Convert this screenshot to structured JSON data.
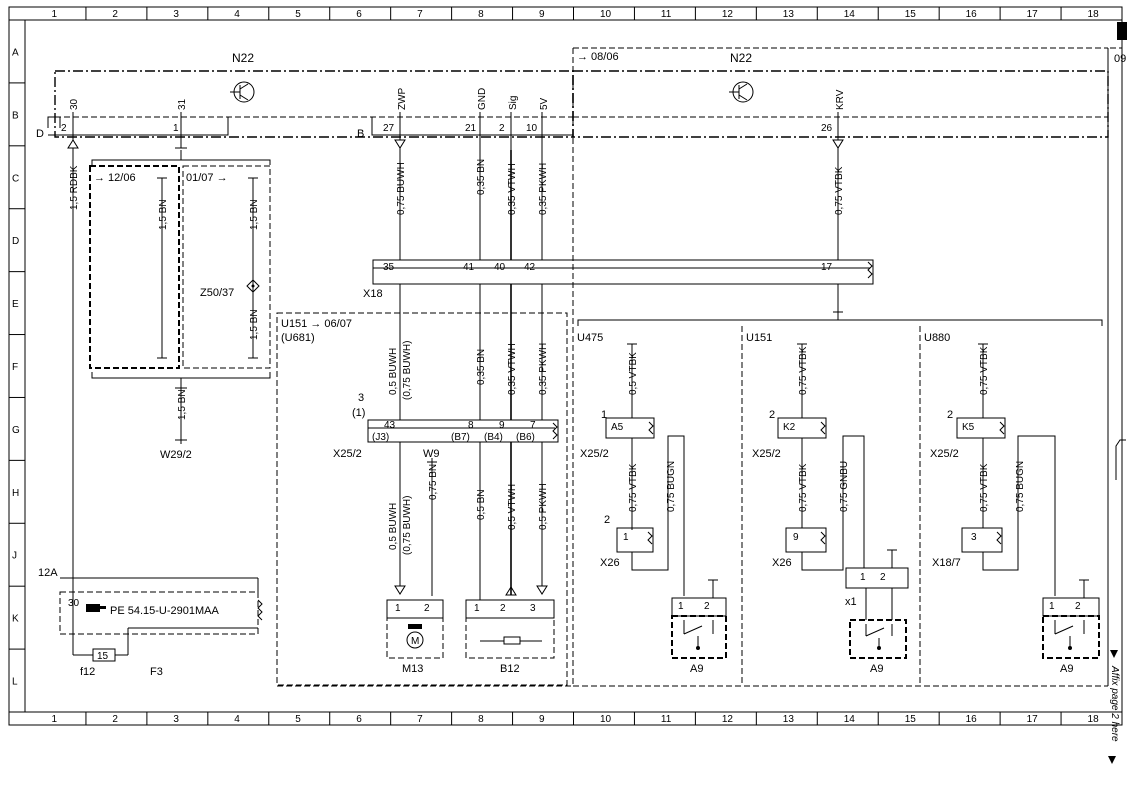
{
  "columns": [
    "1",
    "2",
    "3",
    "4",
    "5",
    "6",
    "7",
    "8",
    "9",
    "10",
    "11",
    "12",
    "13",
    "14",
    "15",
    "16",
    "17",
    "18"
  ],
  "rows": [
    "A",
    "B",
    "C",
    "D",
    "E",
    "F",
    "G",
    "H",
    "J",
    "K",
    "L"
  ],
  "modules": {
    "left_n22": "N22",
    "right_n22": "N22",
    "ref_0806": "→ 08/06",
    "ref_09": "09"
  },
  "n22_pins_left": [
    {
      "pin": "2",
      "name": "30"
    },
    {
      "pin": "1",
      "name": "31"
    }
  ],
  "n22_pins_b": [
    {
      "pin": "27",
      "name": "ZWP"
    },
    {
      "pin": "21",
      "name": "GND"
    },
    {
      "pin": "2",
      "name": "Sig"
    },
    {
      "pin": "10",
      "name": "5V"
    },
    {
      "pin": "26",
      "name": "KRV"
    }
  ],
  "connector_letters": {
    "d": "D",
    "b": "B"
  },
  "wires": {
    "rdbk": "1,5 RDBK",
    "bn15_a": "1,5 BN",
    "bn15_b": "1,5 BN",
    "bn15_c": "1,5 BN",
    "bn15_d": "1,5 BN",
    "buwh075": "0,75 BUWH",
    "bn035": "0,35 BN",
    "vtwh035": "0,35 VTWH",
    "pkwh035": "0,35 PKWH",
    "vtbk075": "0,75 VTBK",
    "buwh05": "0,5 BUWH",
    "buwh075p": "(0,75 BUWH)",
    "bn035b": "0,35 BN",
    "vtwh035b": "0,35 VTWH",
    "pkwh035b": "0,35 PKWH",
    "buwh05b": "0,5 BUWH",
    "buwh075pb": "(0,75 BUWH)",
    "bn075": "0,75 BN",
    "bn05": "0,5 BN",
    "vtwh05": "0,5 VTWH",
    "pkwh05": "0,5 PKWH",
    "vtbk_u475_a": "0,5 VTBK",
    "vtbk_u475_b": "0,75 VTBK",
    "bugn_u475": "0,75 BUGN",
    "vtbk_u151_a": "0,75 VTBK",
    "vtbk_u151_b": "0,75 VTBK",
    "gnbu_u151": "0,75 GNBU",
    "vtbk_u880_a": "0,75 VTBK",
    "vtbk_u880_b": "0,75 VTBK",
    "bugn_u880": "0,75 BUGN"
  },
  "date_refs": {
    "a": "→ 12/06",
    "b": "01/07 →"
  },
  "components": {
    "z5037": "Z50/37",
    "x18": "X18",
    "w292": "W29/2",
    "u151_head": "U151 → 06/07",
    "u681": "(U681)",
    "three": "3",
    "one_p": "(1)",
    "x252_a": "X25/2",
    "w9": "W9",
    "x252_b": "X25/2",
    "x252_c": "X25/2",
    "x252_d": "X25/2",
    "u475": "U475",
    "u151": "U151",
    "u880": "U880",
    "x26_a": "X26",
    "x26_b": "X26",
    "x187": "X18/7",
    "x1": "x1",
    "m13": "M13",
    "b12": "B12",
    "a9_a": "A9",
    "a9_b": "A9",
    "a9_c": "A9",
    "f3": "F3",
    "f12": "f12",
    "fuse_val": "15",
    "term_12a": "12A",
    "pe_ref": "PE 54.15-U-2901MAA",
    "pe_pin": "30"
  },
  "x18_pins": {
    "p35": "35",
    "p41": "41",
    "p40": "40",
    "p42": "42",
    "p17": "17"
  },
  "x252_pins": {
    "p43": "43",
    "j3": "(J3)",
    "p8": "8",
    "b7": "(B7)",
    "b4": "(B4)",
    "p9": "9",
    "p7": "7",
    "b6": "(B6)",
    "a5": "A5",
    "one": "1",
    "k2": "K2",
    "two": "2",
    "k5": "K5",
    "two_b": "2"
  },
  "misc_pins": {
    "x26_1": "1",
    "x26_2": "2",
    "x26_9": "9",
    "x187_3": "3",
    "m13_1": "1",
    "m13_2": "2",
    "b12_1": "1",
    "b12_2": "2",
    "b12_3": "3",
    "a9a_1": "1",
    "a9a_2": "2",
    "a9b_1": "1",
    "a9b_2": "2",
    "a9c_1": "1",
    "a9c_2": "2",
    "x1_1": "1",
    "x1_2": "2"
  },
  "footer_note": "Affix page 2 here"
}
